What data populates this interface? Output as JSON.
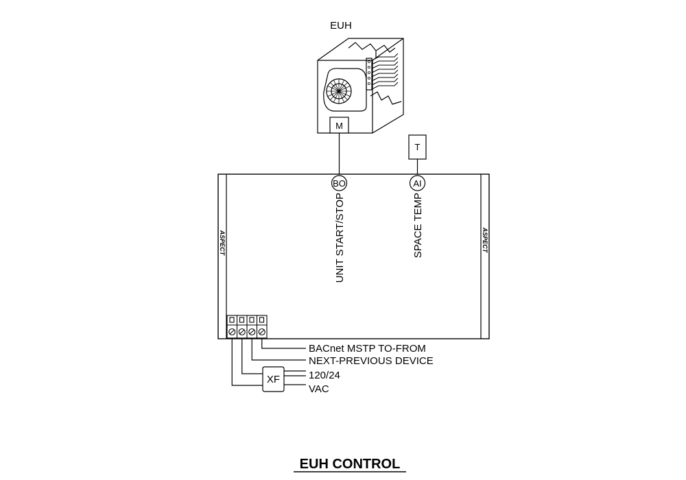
{
  "title": "EUH CONTROL",
  "equipment": {
    "label": "EUH",
    "motor_tag": "M"
  },
  "sensor": {
    "tag": "T"
  },
  "controller": {
    "brand": "ASPECT",
    "points": [
      {
        "type": "BO",
        "label": "UNIT START/STOP"
      },
      {
        "type": "AI",
        "label": "SPACE TEMP"
      }
    ]
  },
  "wiring": {
    "bacnet_line1": "BACnet MSTP TO-FROM",
    "bacnet_line2": "NEXT-PREVIOUS DEVICE",
    "transformer_tag": "XF",
    "power_line1": "120/24",
    "power_line2": "VAC"
  }
}
